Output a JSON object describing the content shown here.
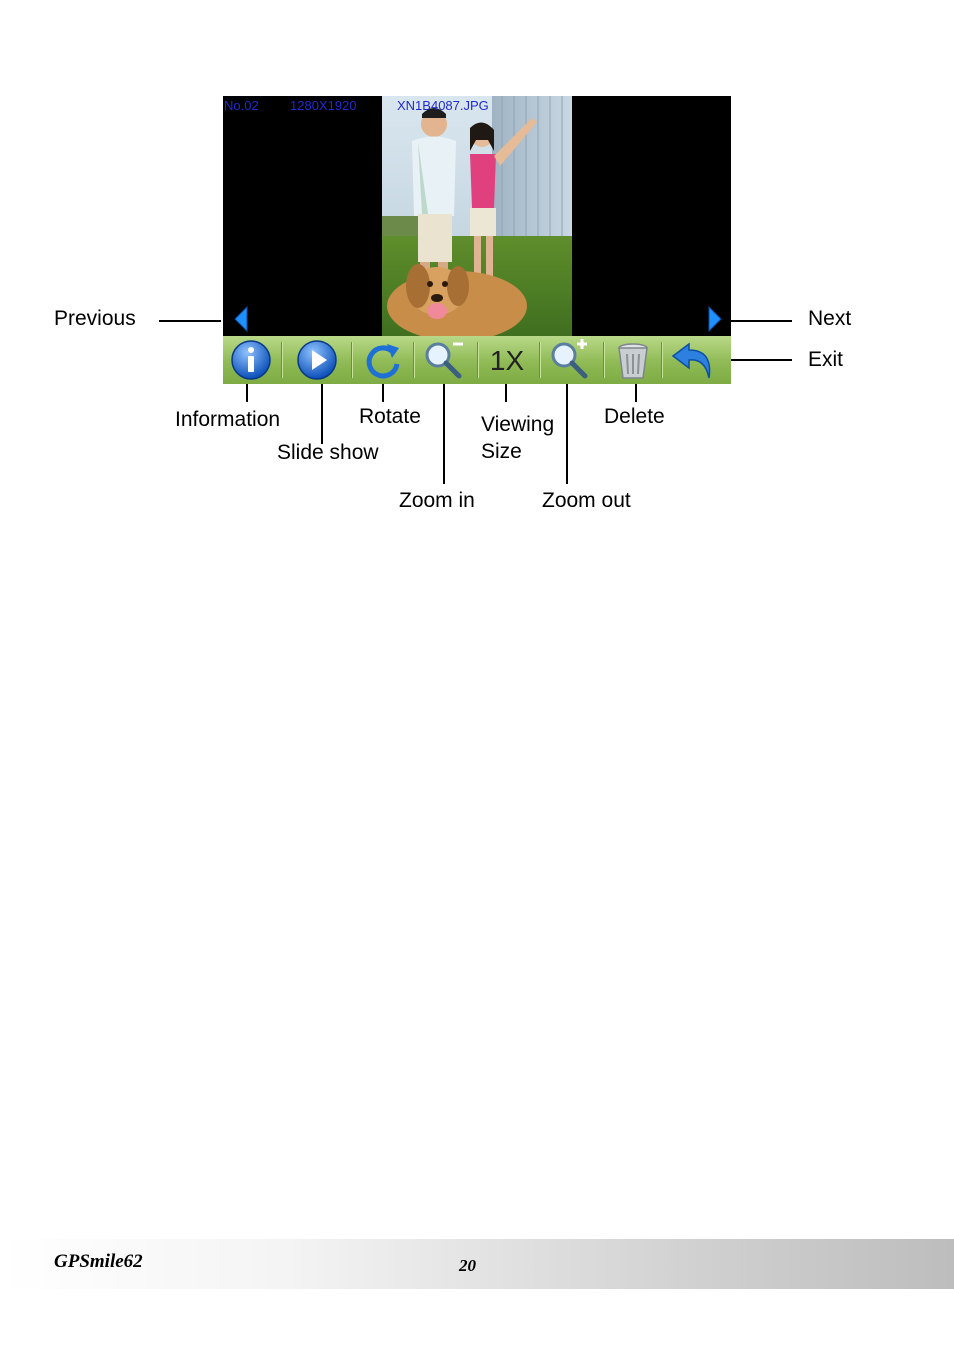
{
  "screen": {
    "file_number": "No.02",
    "resolution": "1280X1920",
    "file_name": "XN1B4087.JPG",
    "toolbar": {
      "viewing_size_glyph": "1X",
      "buttons": [
        "info-icon",
        "play-icon",
        "rotate-icon",
        "zoom-in-icon",
        "viewing-size-icon",
        "zoom-out-icon",
        "trash-icon",
        "return-arrow-icon"
      ]
    },
    "colors": {
      "toolbar": "#9cc463",
      "info_text": "#1f2bd0",
      "arrow": "#1e90ff"
    }
  },
  "callouts": {
    "previous": "Previous",
    "next": "Next",
    "exit": "Exit",
    "information": "Information",
    "slide_show": "Slide show",
    "rotate": "Rotate",
    "viewing": "Viewing",
    "size": "Size",
    "delete": "Delete",
    "zoom_in": "Zoom in",
    "zoom_out": "Zoom out"
  },
  "footer": {
    "brand": "GPSmile62",
    "page_number": "20"
  }
}
